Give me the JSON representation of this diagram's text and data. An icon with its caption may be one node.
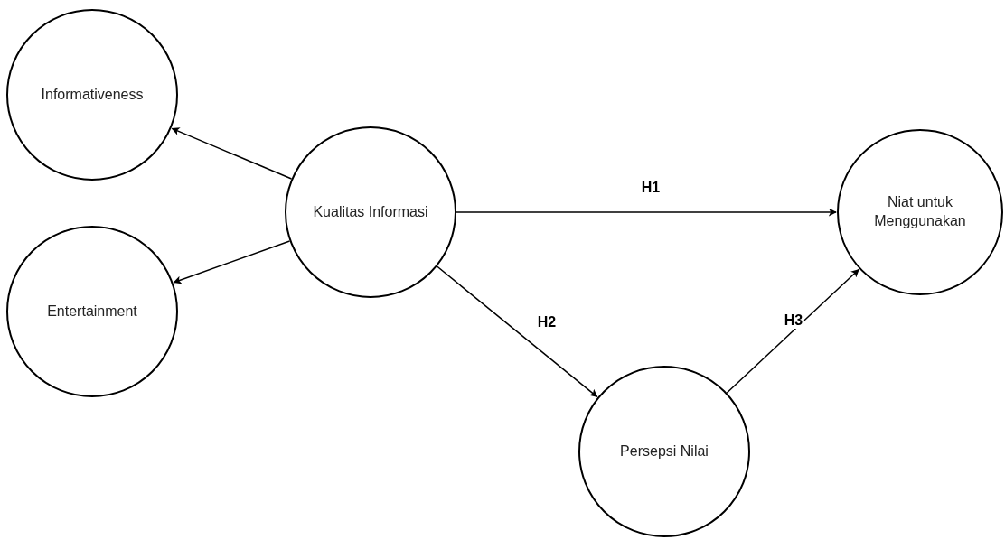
{
  "diagram": {
    "nodes": [
      {
        "text": [
          "Informativeness"
        ]
      },
      {
        "text": [
          "Entertainment"
        ]
      },
      {
        "text": [
          "Kualitas Informasi"
        ]
      },
      {
        "text": [
          "Niat untuk Menggunakan"
        ]
      },
      {
        "text": [
          "Persepsi Nilai"
        ]
      }
    ],
    "edges": [
      {
        "from": 2,
        "to": 0,
        "arrow": "to"
      },
      {
        "from": 2,
        "to": 1,
        "arrow": "to"
      },
      {
        "from": 2,
        "to": 3,
        "arrow": "to",
        "label": "H1"
      },
      {
        "from": 2,
        "to": 4,
        "arrow": "to",
        "label": "H2"
      },
      {
        "from": 4,
        "to": 3,
        "arrow": "to",
        "label": "H3"
      }
    ]
  }
}
